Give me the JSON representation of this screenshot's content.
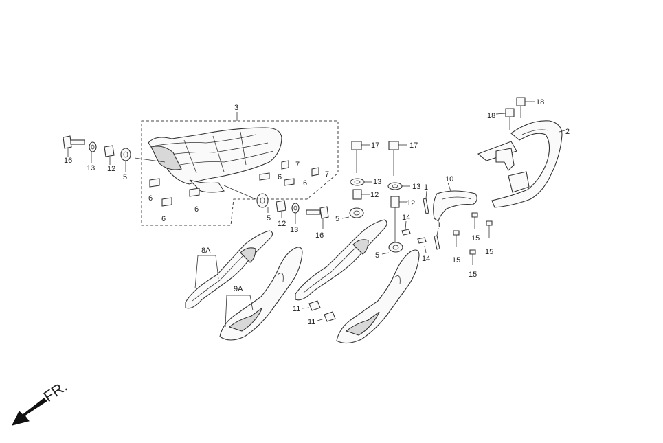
{
  "diagram": {
    "orientation_label": "FR.",
    "callouts": {
      "c1a": "1",
      "c1b": "1",
      "c2": "2",
      "c3": "3",
      "c5a": "5",
      "c5b": "5",
      "c5c": "5",
      "c5d": "5",
      "c6a": "6",
      "c6b": "6",
      "c6c": "6",
      "c6d": "6",
      "c6e": "6",
      "c7a": "7",
      "c7b": "7",
      "c8A": "8A",
      "c9A": "9A",
      "c10": "10",
      "c11a": "11",
      "c11b": "11",
      "c12a": "12",
      "c12b": "12",
      "c12c": "12",
      "c12d": "12",
      "c13a": "13",
      "c13b": "13",
      "c13c": "13",
      "c13d": "13",
      "c14a": "14",
      "c14b": "14",
      "c15a": "15",
      "c15b": "15",
      "c15c": "15",
      "c15d": "15",
      "c16a": "16",
      "c16b": "16",
      "c17a": "17",
      "c17b": "17",
      "c18a": "18",
      "c18b": "18"
    }
  }
}
